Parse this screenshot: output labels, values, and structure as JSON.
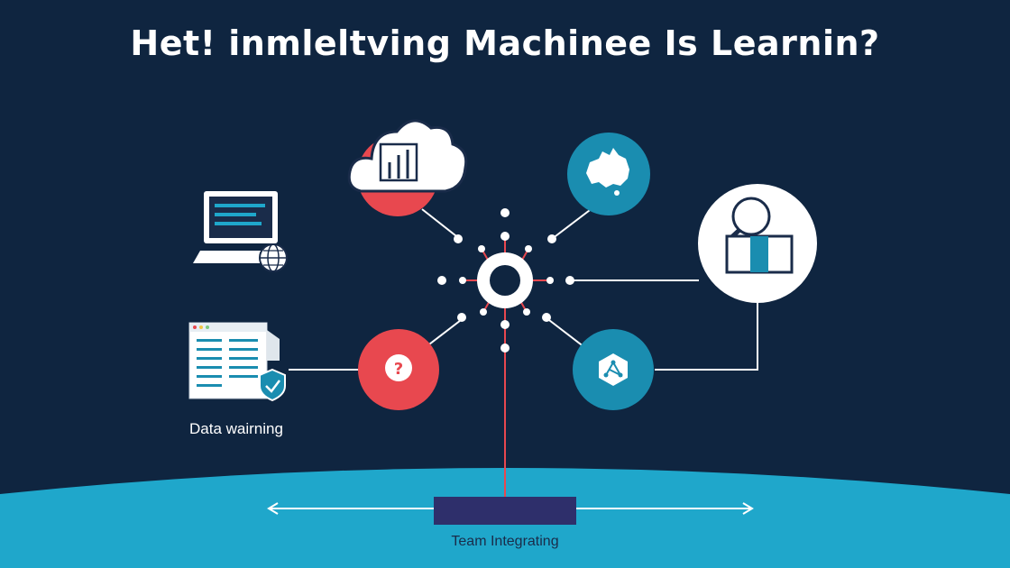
{
  "title": "Het! inmleltving Machinee Is Learnin?",
  "labels": {
    "data_warning": "Data wairning",
    "team": "Team Integrating"
  },
  "colors": {
    "background": "#0f2540",
    "red": "#e8484f",
    "teal": "#1a8db0",
    "ground": "#1fa7cb",
    "white": "#ffffff",
    "navy_bar": "#2e2f6b"
  },
  "icons": [
    "cloud-chart-icon",
    "australia-map-icon",
    "laptop-globe-icon",
    "user-search-icon",
    "document-shield-icon",
    "question-icon",
    "network-hexagon-icon",
    "central-hub-icon"
  ]
}
